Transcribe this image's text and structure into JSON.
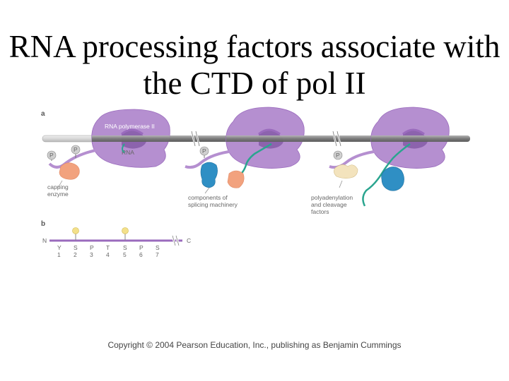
{
  "title": {
    "line1": "RNA processing factors associate with",
    "line2": "the CTD of pol II"
  },
  "panel_a": {
    "label": "a",
    "polymerase_label": "RNA polymerase II",
    "rna_label": "RNA",
    "phospho": "P",
    "capping": [
      "capping",
      "enzyme"
    ],
    "splicing": [
      "components of",
      "splicing machinery"
    ],
    "polyadenylation": [
      "polyadenylation",
      "and cleavage",
      "factors"
    ]
  },
  "panel_b": {
    "label": "b",
    "n_terminus": "N",
    "c_terminus": "C",
    "residues": [
      "Y",
      "S",
      "P",
      "T",
      "S",
      "P",
      "S"
    ],
    "positions": [
      "1",
      "2",
      "3",
      "4",
      "5",
      "6",
      "7"
    ],
    "phosphorylated_positions": [
      "2",
      "5"
    ]
  },
  "copyright": "Copyright © 2004 Pearson Education, Inc., publishing as Benjamin Cummings",
  "colors": {
    "polymerase": "#b58fd0",
    "dna": "#8a8a8a",
    "capping_enzyme": "#f2a27e",
    "splicing": "#2f8fc4",
    "polya": "#f3e3bd",
    "rna": "#2aa58f",
    "phosphate": "#d0d0d0",
    "ctd_line": "#9a6bbd"
  }
}
